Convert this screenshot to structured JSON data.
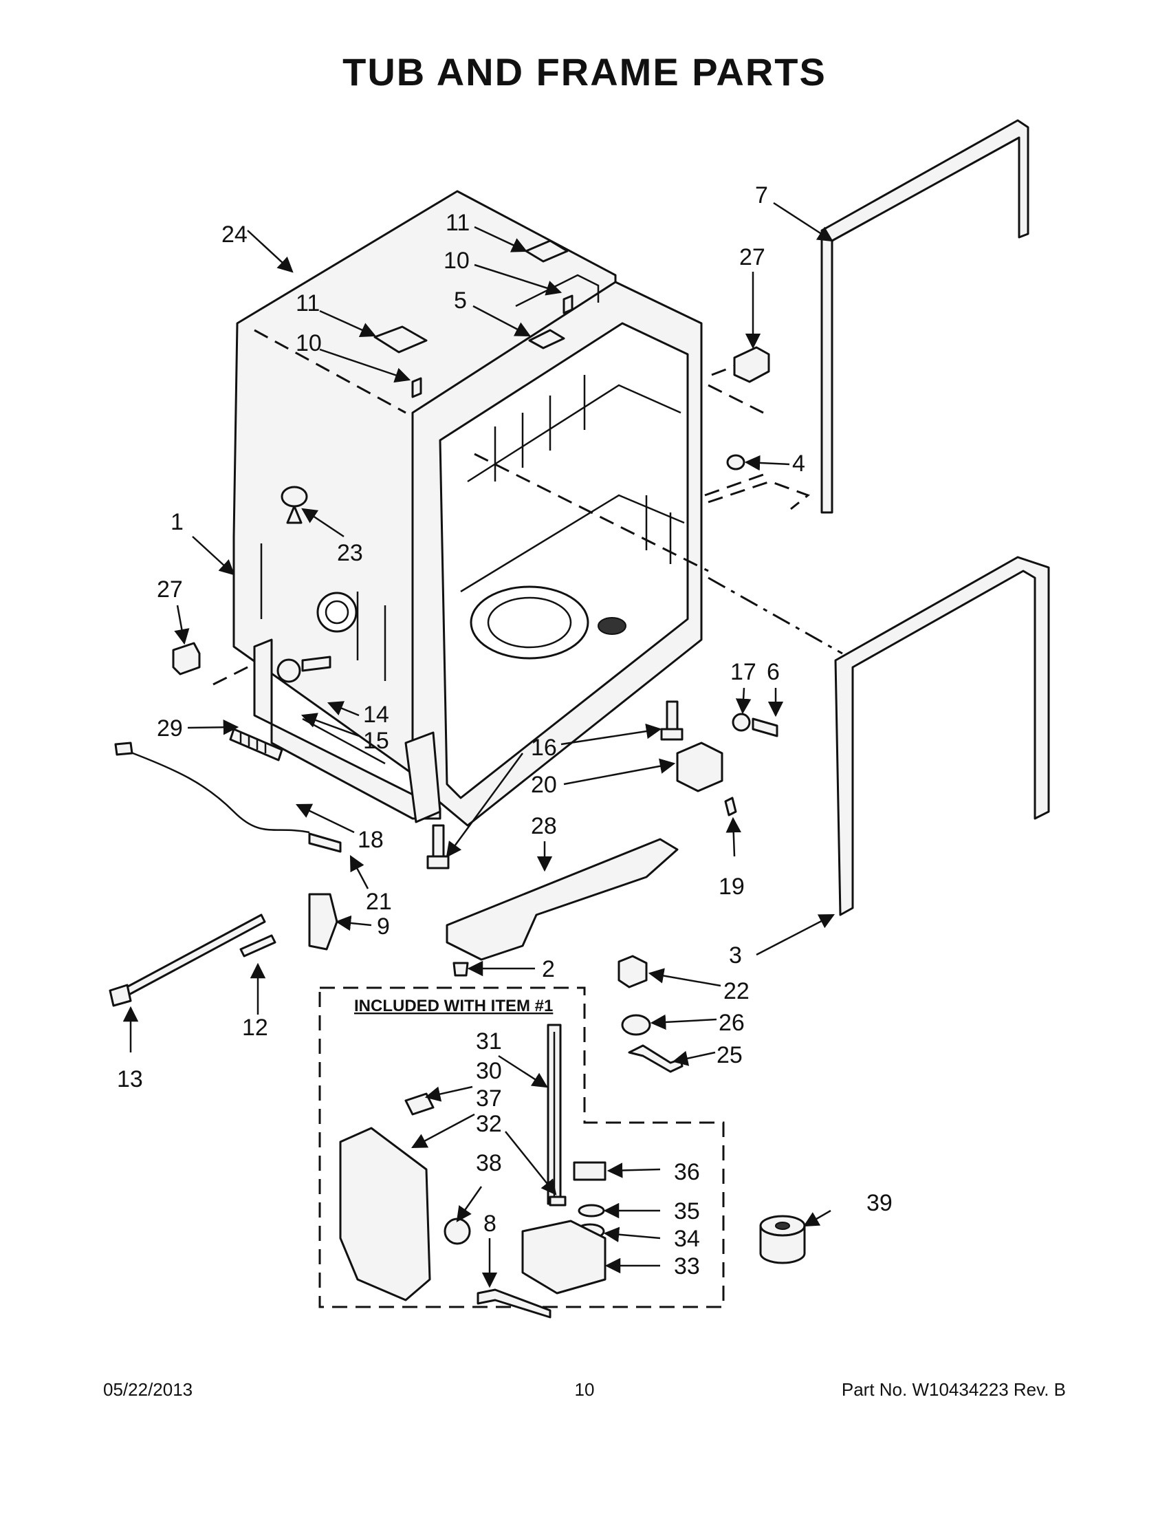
{
  "title": "TUB AND FRAME PARTS",
  "included_label": "INCLUDED WITH ITEM #1",
  "callouts": {
    "c1": "1",
    "c2": "2",
    "c3": "3",
    "c4": "4",
    "c5": "5",
    "c6": "6",
    "c7": "7",
    "c8": "8",
    "c9": "9",
    "c10a": "10",
    "c10b": "10",
    "c11a": "11",
    "c11b": "11",
    "c12": "12",
    "c13": "13",
    "c14": "14",
    "c15": "15",
    "c16": "16",
    "c17": "17",
    "c18": "18",
    "c19": "19",
    "c20": "20",
    "c21": "21",
    "c22": "22",
    "c23": "23",
    "c24": "24",
    "c25": "25",
    "c26": "26",
    "c27a": "27",
    "c27b": "27",
    "c28": "28",
    "c29": "29",
    "c30": "30",
    "c31": "31",
    "c32": "32",
    "c33": "33",
    "c34": "34",
    "c35": "35",
    "c36": "36",
    "c37": "37",
    "c38": "38",
    "c39": "39"
  },
  "footer": {
    "date": "05/22/2013",
    "page": "10",
    "part_no": "Part No.  W10434223  Rev.  B"
  }
}
